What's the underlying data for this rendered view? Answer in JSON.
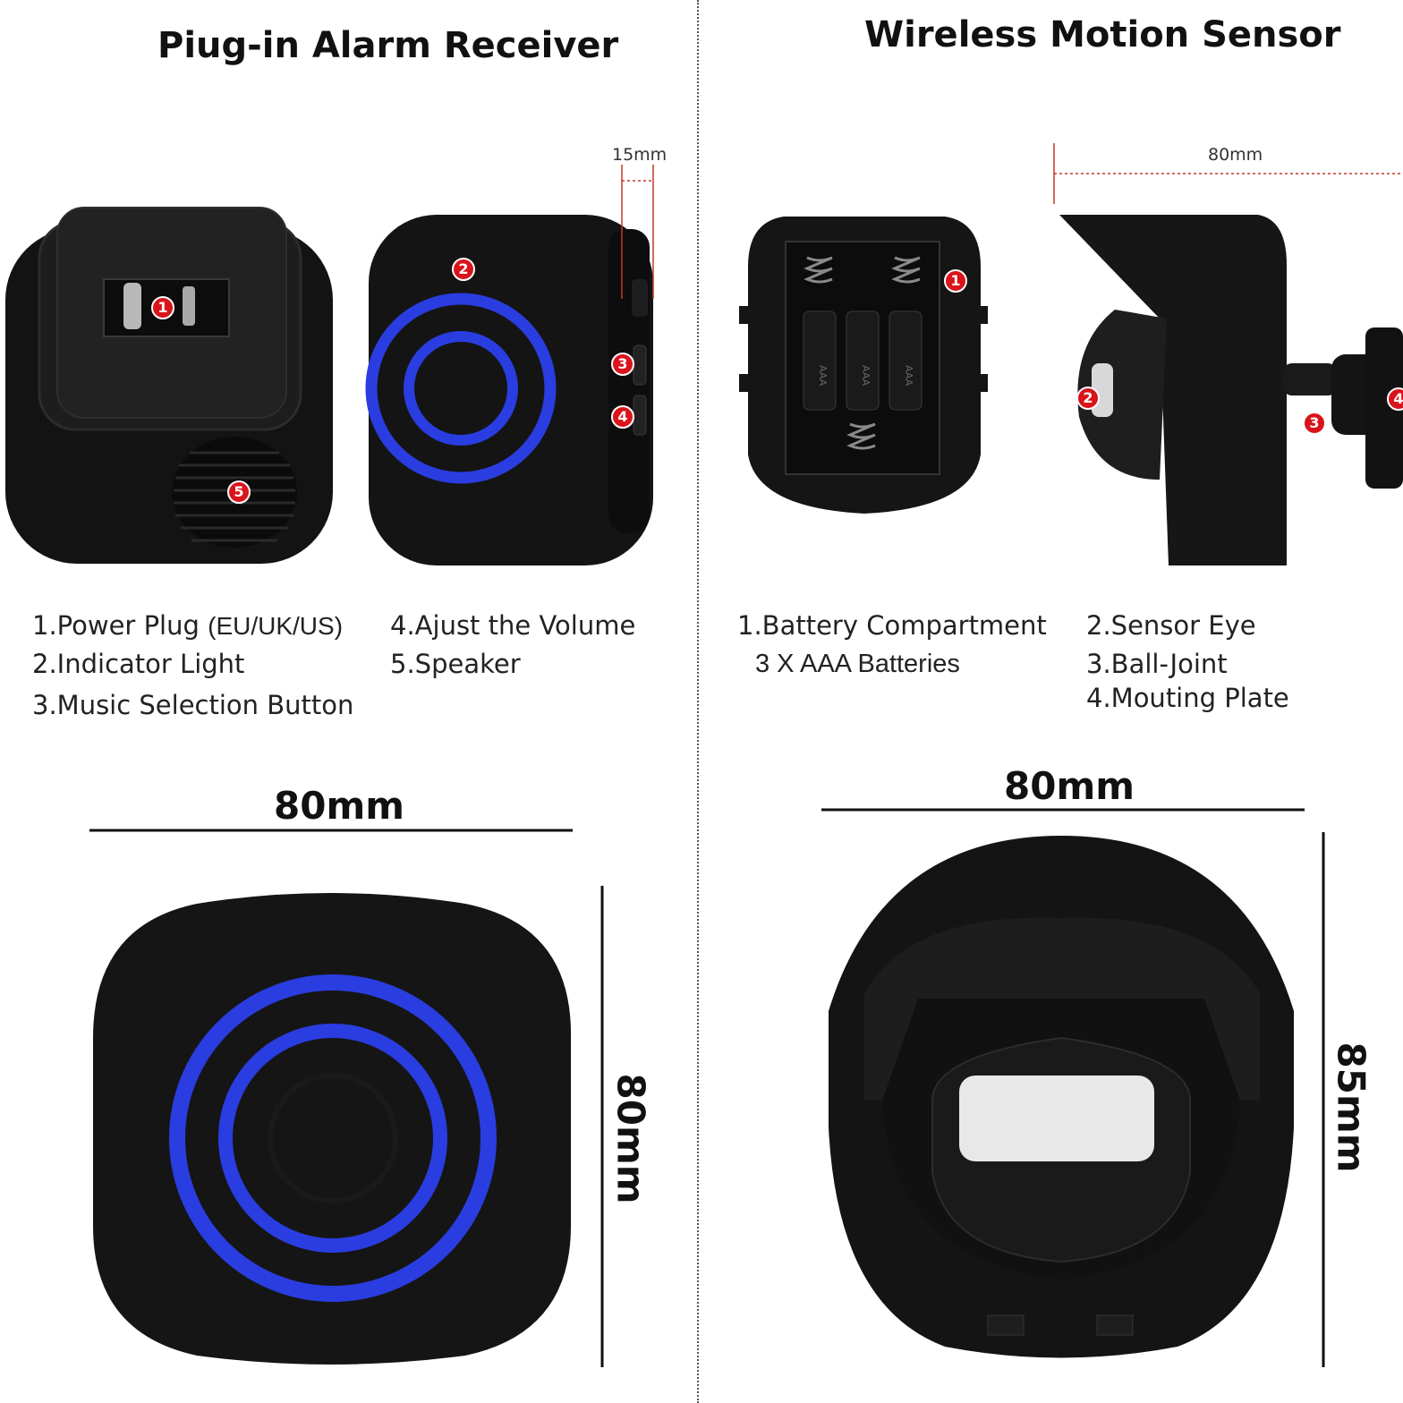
{
  "left": {
    "title": "Piug-in Alarm Receiver",
    "side_dimension": "15mm",
    "badges": [
      "1",
      "2",
      "3",
      "4",
      "5"
    ],
    "legend_col1": [
      "1.Power Plug",
      "2.Indicator Light",
      "3.Music Selection Button"
    ],
    "legend_plug_suffix": "(EU/UK/US)",
    "legend_col2": [
      "4.Ajust the Volume",
      "5.Speaker"
    ],
    "width_dimension": "80mm",
    "height_dimension": "80mm"
  },
  "right": {
    "title": "Wireless Motion Sensor",
    "top_dimension": "80mm",
    "badges": [
      "1",
      "2",
      "3",
      "4"
    ],
    "legend_col1": [
      "1.Battery Compartment"
    ],
    "legend_col1_sub": "3 X AAA Batteries",
    "legend_col2": [
      "2.Sensor Eye",
      "3.Ball-Joint",
      "4.Mouting Plate"
    ],
    "width_dimension": "80mm",
    "height_dimension": "85mm",
    "battery_labels": [
      "AAA",
      "AAA",
      "AAA"
    ]
  },
  "colors": {
    "device_body": "#161616",
    "ring_blue": "#2a3de0",
    "badge_red": "#d9141b",
    "dimension_red": "#c0392b"
  }
}
